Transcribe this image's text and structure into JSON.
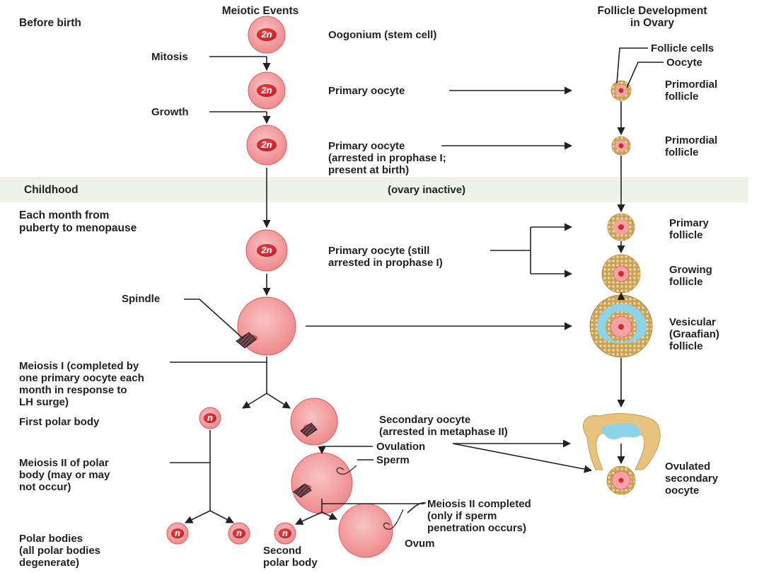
{
  "headers": {
    "meiotic": "Meiotic Events",
    "follicle": [
      "Follicle Development",
      "in Ovary"
    ]
  },
  "sections": {
    "before_birth": "Before birth",
    "childhood": "Childhood",
    "monthly": [
      "Each month from",
      "puberty to menopause"
    ],
    "ovary_inactive": "(ovary inactive)"
  },
  "ploidy": {
    "diploid": "2n",
    "haploid": "n"
  },
  "labels": {
    "mitosis": "Mitosis",
    "growth": "Growth",
    "spindle": "Spindle",
    "oogonium": "Oogonium (stem cell)",
    "primary_oocyte": "Primary oocyte",
    "primary_oocyte_arrested": [
      "Primary oocyte",
      "(arrested in prophase I;",
      "present at birth)"
    ],
    "primary_oocyte_still": [
      "Primary oocyte (still",
      "arrested in prophase I)"
    ],
    "meiosis1": [
      "Meiosis I (completed by",
      "one primary oocyte each",
      "month in response to",
      "LH surge)"
    ],
    "first_polar_body": "First polar body",
    "secondary_oocyte": [
      "Secondary oocyte",
      "(arrested in metaphase II)"
    ],
    "ovulation": "Ovulation",
    "sperm": "Sperm",
    "meiosis2_polar": [
      "Meiosis II of polar",
      "body (may or may",
      "not occur)"
    ],
    "meiosis2_completed": [
      "Meiosis II completed",
      "(only if sperm",
      "penetration occurs)"
    ],
    "polar_bodies": [
      "Polar bodies",
      "(all polar bodies",
      "degenerate)"
    ],
    "second_polar_body": [
      "Second",
      "polar body"
    ],
    "ovum": "Ovum"
  },
  "follicle_labels": {
    "follicle_cells": "Follicle cells",
    "oocyte": "Oocyte",
    "primordial": [
      "Primordial",
      "follicle"
    ],
    "primary": [
      "Primary",
      "follicle"
    ],
    "growing": [
      "Growing",
      "follicle"
    ],
    "vesicular": [
      "Vesicular",
      "(Graafian)",
      "follicle"
    ],
    "ovulated": [
      "Ovulated",
      "secondary",
      "oocyte"
    ]
  },
  "colors": {
    "cell_fill": "#f29c9c",
    "cell_stroke": "#e0585e",
    "nucleus": "#d8282e",
    "follicle_ring": "#e6b36a",
    "antrum": "#8dd3e8",
    "childhood_band": "#eef3e8"
  }
}
